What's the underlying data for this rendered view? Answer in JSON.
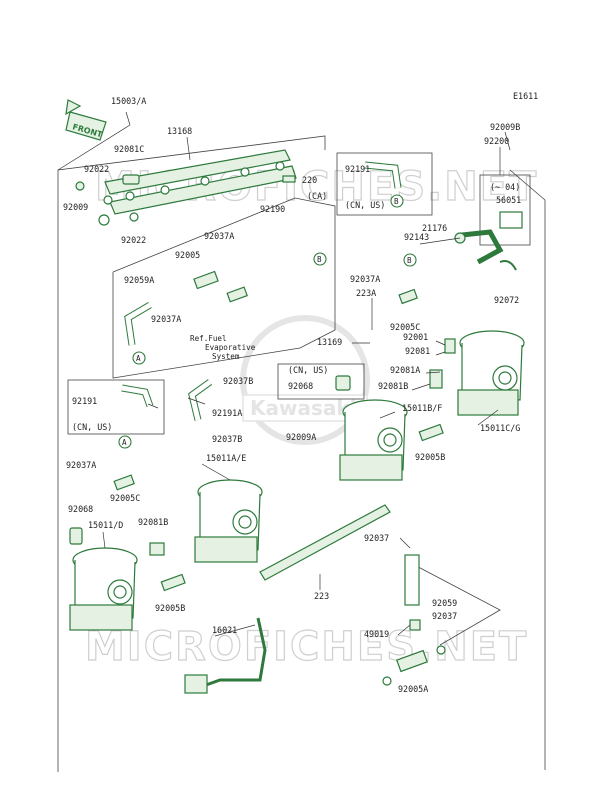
{
  "sheet_code": "E1611",
  "front_marker": "FRONT",
  "watermark": {
    "top": "MICROFICHES.NET",
    "bottom": "MICROFICHES.NET",
    "logo": "Kawasaki"
  },
  "note_ref_fuel": [
    "Ref.Fuel",
    "Evaporative",
    "System"
  ],
  "callouts": {
    "A": "A",
    "B": "B"
  },
  "labels": {
    "l15003A": "15003/A",
    "l13168": "13168",
    "l92081C": "92081C",
    "l92022a": "92022",
    "l92009": "92009",
    "l92022b": "92022",
    "l220": "220",
    "lCA": "(CA)",
    "l92190": "92190",
    "l92037Aa": "92037A",
    "l92005": "92005",
    "l92059A": "92059A",
    "l92037Ab": "92037A",
    "l92191a": "92191",
    "lCNUSa": "(CN, US)",
    "l92009B": "92009B",
    "l92200": "92200",
    "lto04": "(~ 04)",
    "l56051": "56051",
    "l21176": "21176",
    "l92143": "92143",
    "l92037Ac": "92037A",
    "l223Aa": "223A",
    "l92072": "92072",
    "l92005C": "92005C",
    "l92001": "92001",
    "l92081": "92081",
    "l13169": "13169",
    "l92081A": "92081A",
    "lCNUSb": "(CN, US)",
    "l92068a": "92068",
    "l92081B": "92081B",
    "l92037B": "92037B",
    "l92191b": "92191",
    "lCNUSc": "(CN, US)",
    "l92191A": "92191A",
    "l15011BF": "15011B/F",
    "l15011CG": "15011C/G",
    "l92037Bb": "92037B",
    "l92009A": "92009A",
    "l92037Ad": "92037A",
    "l15011AE": "15011A/E",
    "l92005Cb": "92005C",
    "l92005B": "92005B",
    "l92068b": "92068",
    "l15011D": "15011/D",
    "l92081Bb": "92081B",
    "l92005Bb": "92005B",
    "l223": "223",
    "l92037": "92037",
    "l92059": "92059",
    "l92037b2": "92037",
    "l49019": "49019",
    "l16021": "16021",
    "l92005A": "92005A"
  }
}
